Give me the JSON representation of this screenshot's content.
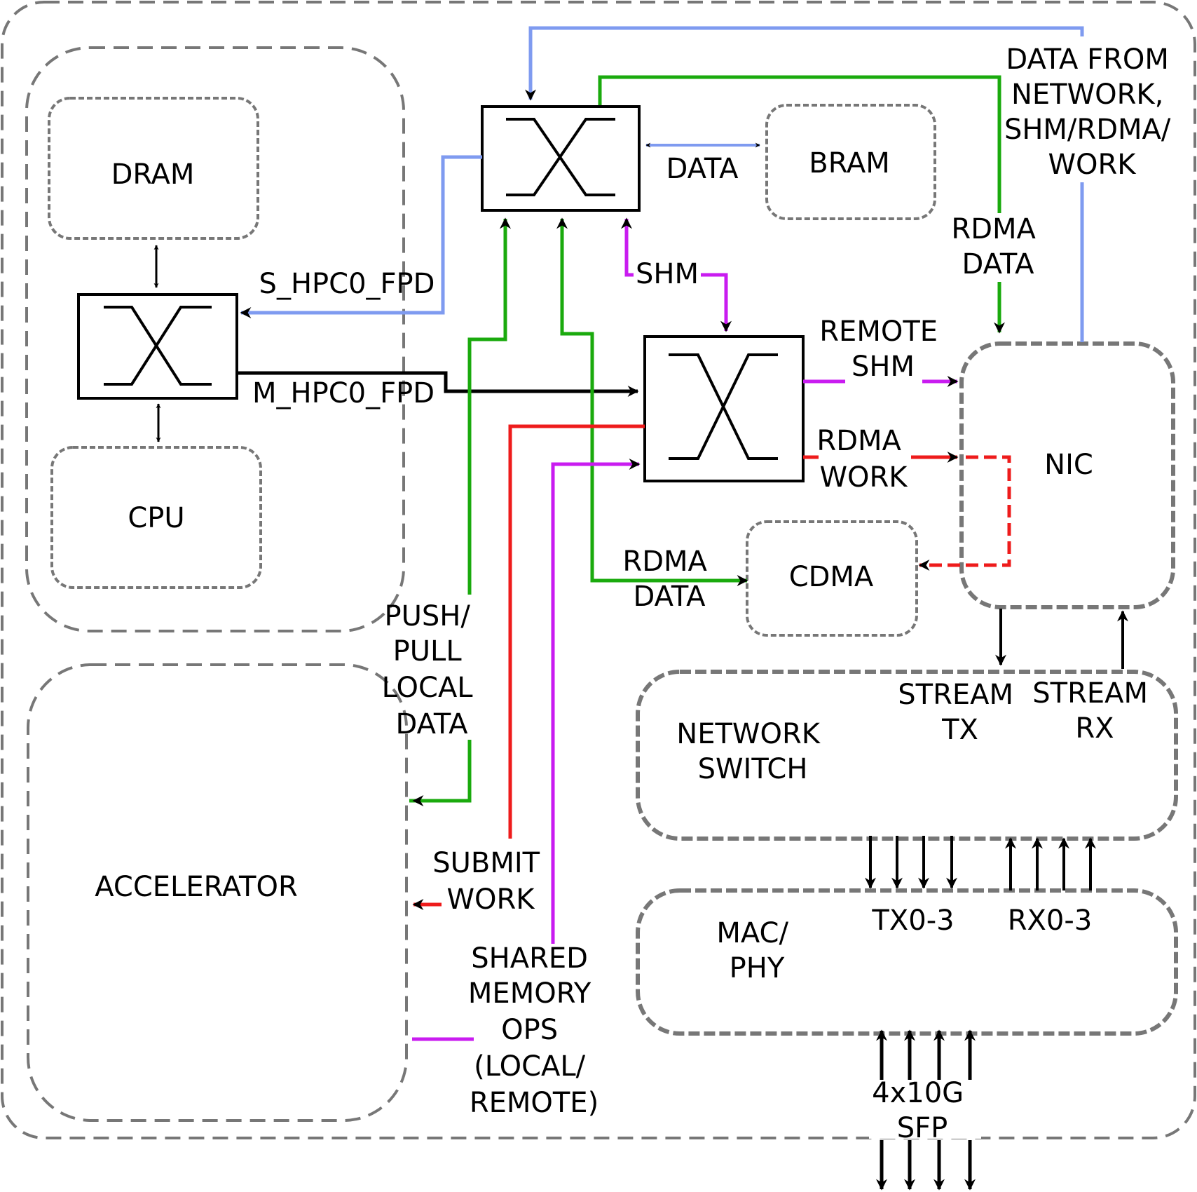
{
  "blocks": {
    "dram": "DRAM",
    "cpu": "CPU",
    "bram": "BRAM",
    "nic": "NIC",
    "cdma": "CDMA",
    "accelerator": "ACCELERATOR",
    "network_switch": [
      "NETWORK",
      "SWITCH"
    ],
    "mac_phy": [
      "MAC/",
      "PHY"
    ]
  },
  "labels": {
    "data": "DATA",
    "s_hpc0_fpd": "S_HPC0_FPD",
    "m_hpc0_fpd": "M_HPC0_FPD",
    "shm": "SHM",
    "remote_shm": [
      "REMOTE",
      "SHM"
    ],
    "rdma_work": [
      "RDMA",
      "WORK"
    ],
    "rdma_data_top": [
      "RDMA",
      "DATA"
    ],
    "rdma_data_cdma": [
      "RDMA",
      "DATA"
    ],
    "data_from_network": [
      "DATA FROM",
      "NETWORK,",
      "SHM/RDMA/",
      "WORK"
    ],
    "push_pull": [
      "PUSH/",
      "PULL",
      "LOCAL",
      "DATA"
    ],
    "submit_work": [
      "SUBMIT",
      "WORK"
    ],
    "shared_memory_ops": [
      "SHARED",
      "MEMORY",
      "OPS",
      "(LOCAL/",
      "REMOTE)"
    ],
    "stream_tx": [
      "STREAM",
      "TX"
    ],
    "stream_rx": [
      "STREAM",
      "RX"
    ],
    "tx0_3": "TX0-3",
    "rx0_3": "RX0-3",
    "sfp": [
      "4x10G",
      "SFP"
    ]
  },
  "colors": {
    "blue": "#7f9bf0",
    "green": "#1aaa0d",
    "magenta": "#c91cf0",
    "red": "#ee1b1b",
    "border": "#777777"
  }
}
